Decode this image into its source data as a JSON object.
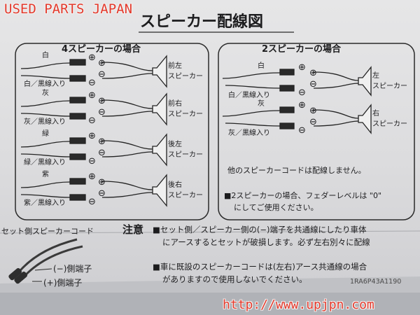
{
  "watermark_top": "USED PARTS JAPAN",
  "watermark_bottom": "http://www.upjpn.com",
  "sticker": {
    "title": "スピーカー配線図",
    "four_speaker": {
      "heading": "4スピーカーの場合",
      "rows": [
        {
          "wire_top": "白",
          "wire_bottom": "白／黒線入り",
          "speaker": [
            "前左",
            "スピーカー"
          ]
        },
        {
          "wire_top": "灰",
          "wire_bottom": "灰／黒線入り",
          "speaker": [
            "前右",
            "スピーカー"
          ]
        },
        {
          "wire_top": "緑",
          "wire_bottom": "緑／黒線入り",
          "speaker": [
            "後左",
            "スピーカー"
          ]
        },
        {
          "wire_top": "紫",
          "wire_bottom": "紫／黒線入り",
          "speaker": [
            "後右",
            "スピーカー"
          ]
        }
      ]
    },
    "two_speaker": {
      "heading": "2スピーカーの場合",
      "rows": [
        {
          "wire_top": "白",
          "wire_bottom": "白／黒線入り",
          "speaker": [
            "左",
            "スピーカー"
          ]
        },
        {
          "wire_top": "灰",
          "wire_bottom": "灰／黒線入り",
          "speaker": [
            "右",
            "スピーカー"
          ]
        }
      ],
      "note1": "他のスピーカーコードは配線しません。",
      "note2_line1": "■2スピーカーの場合、フェダーレベルは \"0\"",
      "note2_line2": "にしてご使用ください。"
    },
    "plus": "⊕",
    "minus": "⊖",
    "cord_label": "セット側スピーカーコード",
    "terminal_minus": "(−)側端子",
    "terminal_plus": "(+)側端子",
    "caution_title": "注意",
    "caution_line1": "■セット側／スピーカー側の(−)端子を共通線にしたり車体",
    "caution_line2": "にアースするとセットが破損します。必ず左右別々に配線",
    "caution_line3": "■車に既設のスピーカーコードは(左右)アース共通線の場合",
    "caution_line4": "がありますので使用しないでください。",
    "part_code": "1RA6P43A1190"
  }
}
